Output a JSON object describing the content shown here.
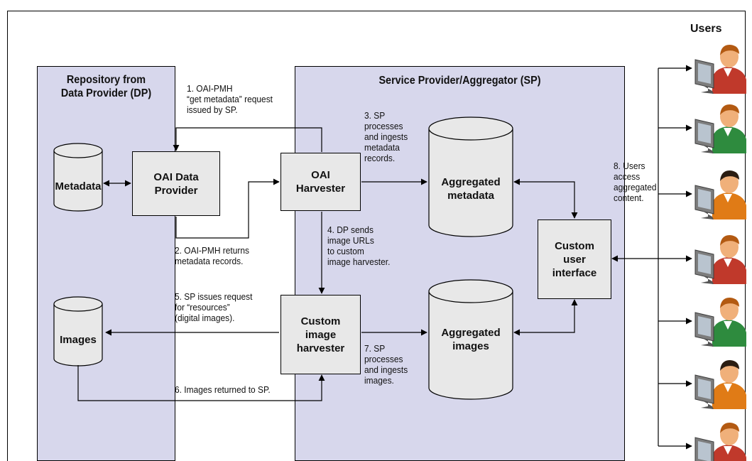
{
  "panels": {
    "dp_title": "Repository from\nData Provider (DP)",
    "sp_title": "Service Provider/Aggregator (SP)"
  },
  "nodes": {
    "metadata": "Metadata",
    "oai_data_provider": "OAI Data\nProvider",
    "oai_harvester": "OAI\nHarvester",
    "aggregated_metadata": "Aggregated\nmetadata",
    "images": "Images",
    "custom_image_harvester": "Custom\nimage\nharvester",
    "aggregated_images": "Aggregated\nimages",
    "custom_user_interface": "Custom\nuser\ninterface"
  },
  "steps": {
    "step1": "1. OAI-PMH\n“get metadata” request\nissued by SP.",
    "step2": "2. OAI-PMH returns\nmetadata records.",
    "step3": "3. SP\nprocesses\nand ingests\nmetadata\nrecords.",
    "step4": "4. DP sends\nimage URLs\nto custom\nimage harvester.",
    "step5": "5. SP issues request\nfor “resources”\n(digital images).",
    "step6": "6. Images returned to SP.",
    "step7": "7. SP\nprocesses\nand ingests\nimages.",
    "step8": "8. Users\naccess\naggregated\ncontent."
  },
  "users": {
    "title": "Users",
    "count": 7,
    "shirt_colors": [
      "#c0392b",
      "#2e8b3e",
      "#e07b16",
      "#c0392b",
      "#2e8b3e",
      "#e07b16",
      "#c0392b"
    ],
    "hair_colors": [
      "#b35a12",
      "#b35a12",
      "#2b1d12",
      "#b35a12",
      "#b35a12",
      "#2b1d12",
      "#b35a12"
    ]
  }
}
